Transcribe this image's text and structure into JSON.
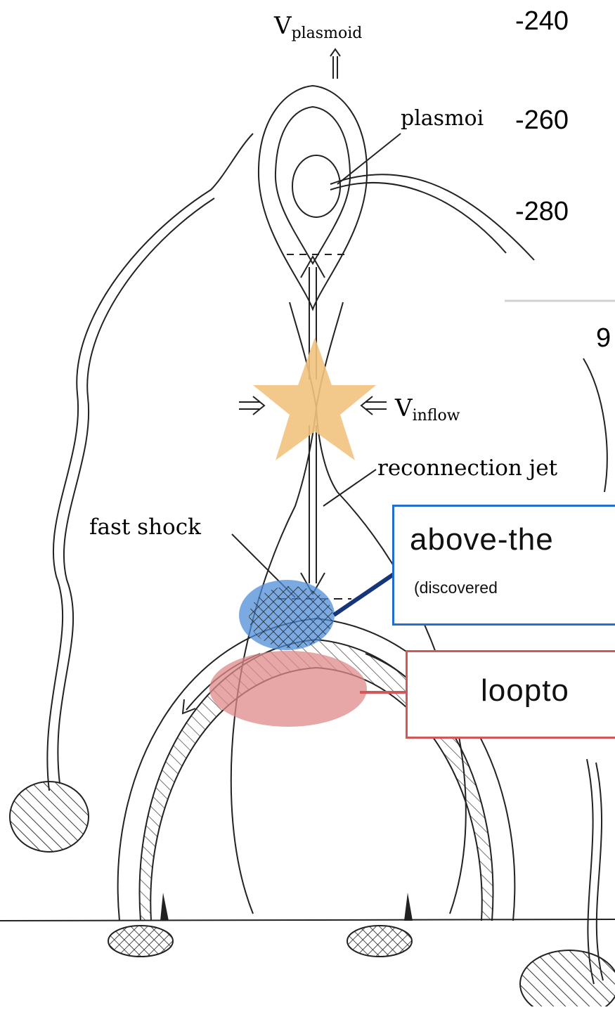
{
  "diagram": {
    "v_plasmoid_main": "V",
    "v_plasmoid_sub": "plasmoid",
    "plasmoid_label": "plasmoi",
    "v_inflow_main": "V",
    "v_inflow_sub": "inflow",
    "reconnection_jet_label": "reconnection jet",
    "fast_shock_label": "fast shock"
  },
  "axis_fragment": {
    "tick_240": "-240",
    "tick_260": "-260",
    "tick_280": "-280",
    "cut_label": "9"
  },
  "callouts": {
    "above_the_main": "above-the",
    "above_the_sub": "(discovered",
    "looptop_main": "loopto"
  },
  "colors": {
    "star": "#f2c27e",
    "above_the_fill": "#4f8ed9",
    "above_the_border": "#1f6fd1",
    "looptop_fill": "#e08a8a",
    "looptop_border": "#cf5858",
    "connector_blue": "#16357a"
  }
}
